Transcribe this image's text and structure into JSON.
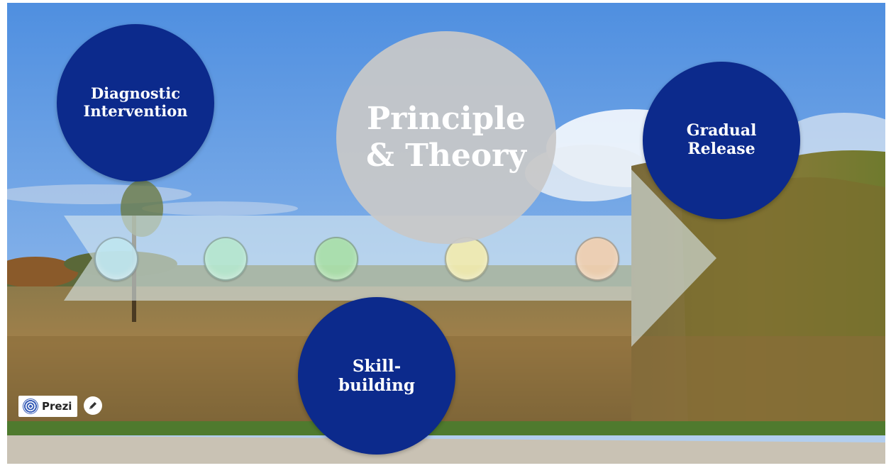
{
  "circles": {
    "diagnostic": "Diagnostic\nIntervention",
    "principle": "Principle\n& Theory",
    "gradual": "Gradual\nRelease",
    "skill": "Skill-\nbuilding"
  },
  "badge": {
    "label": "Prezi",
    "logo_icon": "prezi-logo-icon",
    "edit_icon": "pencil-icon"
  },
  "colors": {
    "navy": "#0c2a8c",
    "principle_fill": "#c8c8c8",
    "dots": [
      "#bfe6f0",
      "#b6e8cf",
      "#a9e0a8",
      "#f3ecae",
      "#f2cfae"
    ]
  }
}
